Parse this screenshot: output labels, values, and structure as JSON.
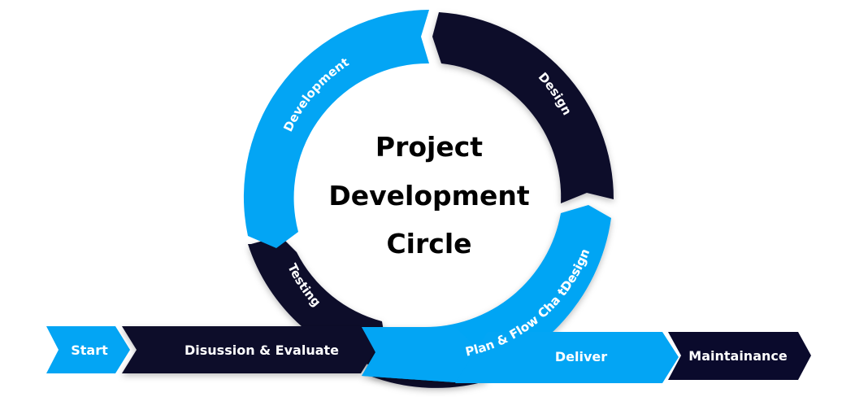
{
  "title": {
    "lines": [
      "Project",
      "Development",
      "Circle"
    ]
  },
  "colors": {
    "blue": "#03a5f4",
    "navy": "#0a0a2c",
    "white": "#ffffff",
    "text_dark": "#000000"
  },
  "cycle": {
    "segments": [
      {
        "label": "Development",
        "color": "blue"
      },
      {
        "label": "Design",
        "color": "navy"
      },
      {
        "label": "Plan & Flow Cha tDesign",
        "color": "blue"
      },
      {
        "label": "Testing",
        "color": "navy"
      }
    ]
  },
  "process": {
    "steps": [
      {
        "label": "Start",
        "color": "blue"
      },
      {
        "label": "Disussion & Evaluate",
        "color": "navy"
      },
      {
        "label": "Deliver",
        "color": "blue"
      },
      {
        "label": "Maintainance",
        "color": "navy"
      }
    ]
  }
}
